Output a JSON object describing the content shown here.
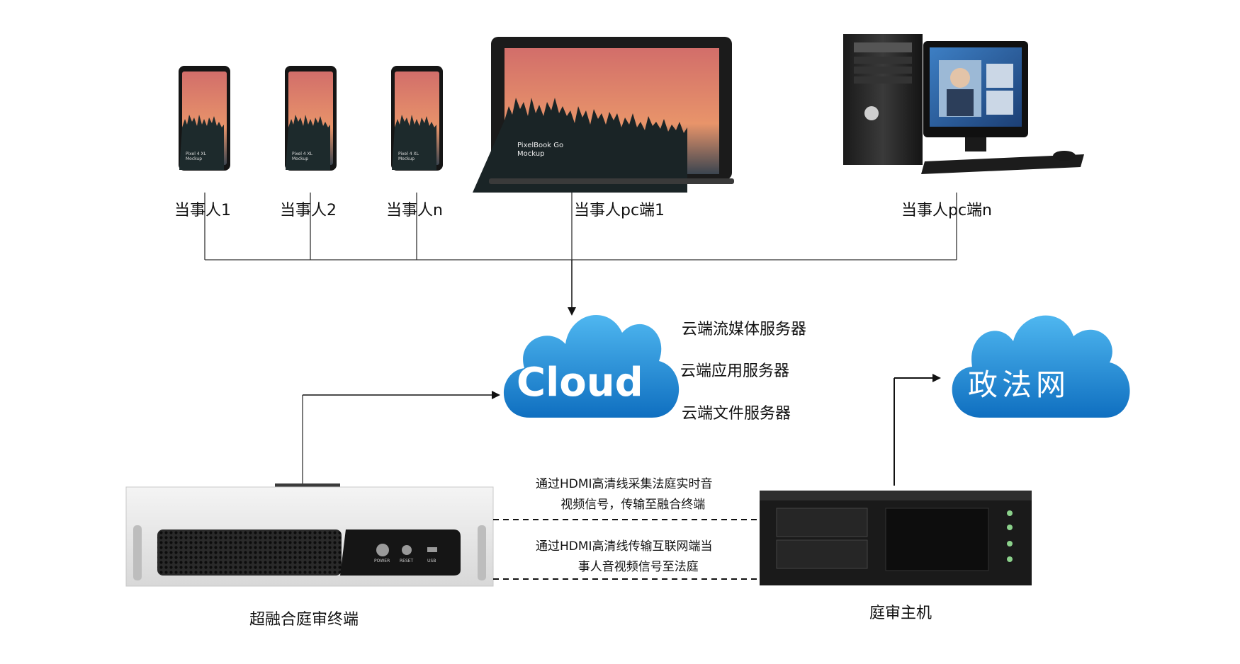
{
  "parties": {
    "phone1": "当事人1",
    "phone2": "当事人2",
    "phonen": "当事人n",
    "pc1": "当事人pc端1",
    "pcn": "当事人pc端n"
  },
  "phone_screen_text": [
    "Pixel 4 XL",
    "Mockup"
  ],
  "laptop_screen_text": [
    "PixelBook Go",
    "Mockup"
  ],
  "cloud": {
    "label": "Cloud",
    "services": [
      "云端流媒体服务器",
      "云端应用服务器",
      "云端文件服务器"
    ]
  },
  "zhengfa": {
    "label": "政法网"
  },
  "terminal": {
    "label": "超融合庭审终端",
    "buttons": [
      "POWER",
      "RESET",
      "USB"
    ]
  },
  "host": {
    "label": "庭审主机"
  },
  "links": {
    "top_line1": "通过HDMI高清线采集法庭实时音",
    "top_line2": "视频信号，传输至融合终端",
    "bottom_line1": "通过HDMI高清线传输互联网端当",
    "bottom_line2": "事人音视频信号至法庭"
  },
  "colors": {
    "cloud_blue": "#1e8fd8",
    "screen_sunset": "#e07a5f",
    "line": "#333333"
  }
}
